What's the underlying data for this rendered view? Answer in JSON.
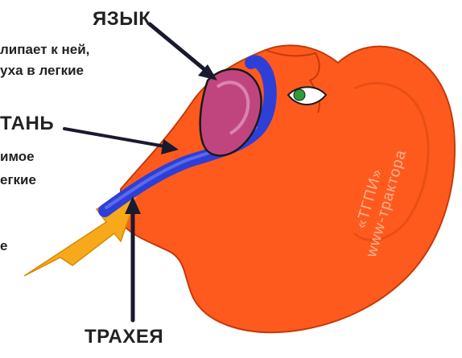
{
  "labels": {
    "tongue": "ЯЗЫК",
    "tongue_line1": "липает к ней,",
    "tongue_line2": "уха в легкие",
    "larynx": "ТАНЬ",
    "larynx_line1": "имое",
    "larynx_line2": "егкие",
    "fragment_e": "е",
    "trachea": "ТРАХЕЯ"
  },
  "watermark": {
    "line1": "«ТГПИ»",
    "line2": "www-трактора"
  },
  "colors": {
    "head": "#ff5a1e",
    "head_outline": "#c43a0a",
    "airway": "#2e3fd8",
    "tongue": "#c0457e",
    "arrow_big": "#f7a81b",
    "label_text": "#222222",
    "pointer": "#1a1a2e"
  }
}
